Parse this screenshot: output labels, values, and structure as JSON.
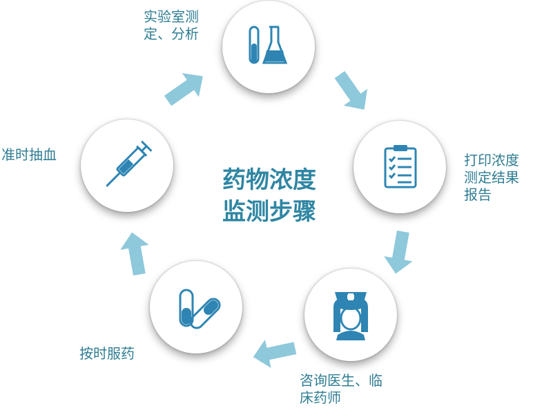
{
  "title": "药物浓度\n监测步骤",
  "steps": {
    "lab": "实验室测\n定、分析",
    "report": "打印浓度\n测定结果\n报告",
    "consult": "咨询医生、临\n床药师",
    "medicine": "按时服药",
    "blood": "准时抽血"
  },
  "colors": {
    "icon": "#2e85b3",
    "arrow": "#8ec8db",
    "text": "#2f7d93"
  },
  "icons": [
    "flask-icon",
    "clipboard-icon",
    "nurse-icon",
    "pill-icon",
    "syringe-icon"
  ]
}
